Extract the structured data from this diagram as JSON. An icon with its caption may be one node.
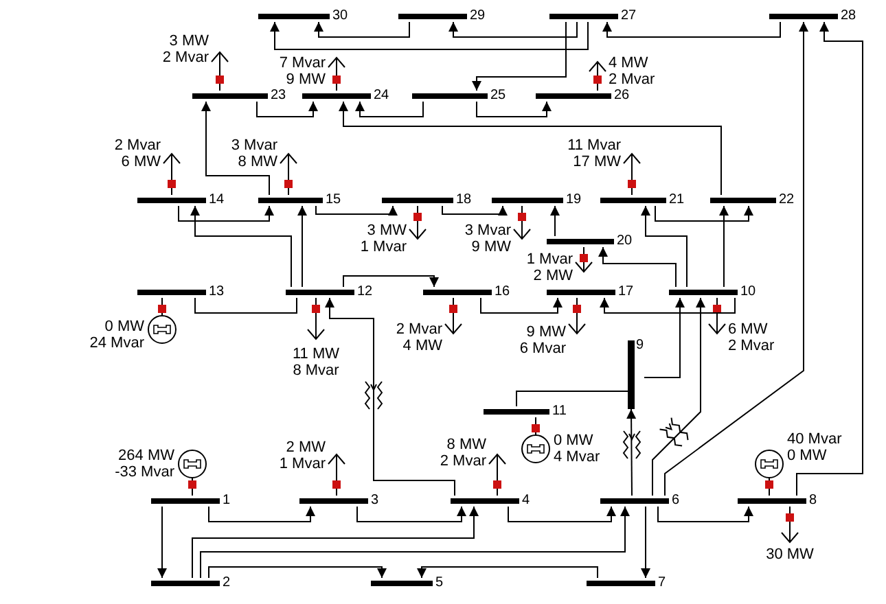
{
  "diagram": {
    "nodes": [
      {
        "text": [
          "30"
        ]
      },
      {
        "text": [
          "29"
        ]
      },
      {
        "text": [
          "27"
        ]
      },
      {
        "text": [
          "28"
        ]
      },
      {
        "text": [
          "23"
        ],
        "beside": [
          "3 MW 2 Mvar"
        ]
      },
      {
        "text": [
          "24"
        ],
        "beside": [
          "7 Mvar 9 MW"
        ]
      },
      {
        "text": [
          "25"
        ]
      },
      {
        "text": [
          "26"
        ],
        "beside": [
          "4 MW 2 Mvar"
        ]
      },
      {
        "text": [
          "14"
        ],
        "beside": [
          "2 Mvar 6 MW"
        ]
      },
      {
        "text": [
          "15"
        ],
        "beside": [
          "3 Mvar 8 MW"
        ]
      },
      {
        "text": [
          "18"
        ],
        "beside": [
          "3 MW 1 Mvar"
        ]
      },
      {
        "text": [
          "19"
        ],
        "beside": [
          "3 Mvar 9 MW"
        ]
      },
      {
        "text": [
          "21"
        ],
        "beside": [
          "11 Mvar 17 MW"
        ]
      },
      {
        "text": [
          "22"
        ]
      },
      {
        "text": [
          "20"
        ],
        "beside": [
          "1 Mvar 2 MW"
        ]
      },
      {
        "text": [
          "13"
        ],
        "beside": [
          "0 MW 24 Mvar"
        ]
      },
      {
        "text": [
          "12"
        ],
        "beside": [
          "11 MW 8 Mvar"
        ]
      },
      {
        "text": [
          "16"
        ],
        "beside": [
          "2 Mvar 4 MW"
        ]
      },
      {
        "text": [
          "17"
        ],
        "beside": [
          "9 MW 6 Mvar"
        ]
      },
      {
        "text": [
          "10"
        ],
        "beside": [
          "6 MW 2 Mvar"
        ]
      },
      {
        "text": [
          "9"
        ]
      },
      {
        "text": [
          "11"
        ],
        "beside": [
          "0 MW 4 Mvar"
        ]
      },
      {
        "text": [
          "1"
        ],
        "beside": [
          "264 MW -33 Mvar"
        ]
      },
      {
        "text": [
          "3"
        ],
        "beside": [
          "2 MW 1 Mvar"
        ]
      },
      {
        "text": [
          "4"
        ],
        "beside": [
          "8 MW 2 Mvar"
        ]
      },
      {
        "text": [
          "6"
        ]
      },
      {
        "text": [
          "8"
        ],
        "beside": [
          "40 Mvar 0 MW",
          "30 MW"
        ]
      },
      {
        "text": [
          "2"
        ]
      },
      {
        "text": [
          "5"
        ]
      },
      {
        "text": [
          "7"
        ]
      }
    ],
    "edges": [
      {
        "from": 22,
        "to": 27,
        "arrow": "to"
      },
      {
        "from": 22,
        "to": 23,
        "arrow": "to"
      },
      {
        "from": 27,
        "to": 24,
        "arrow": "to"
      },
      {
        "from": 23,
        "to": 24,
        "arrow": "to"
      },
      {
        "from": 27,
        "to": 28,
        "arrow": "to"
      },
      {
        "from": 27,
        "to": 25,
        "arrow": "to"
      },
      {
        "from": 24,
        "to": 25,
        "arrow": "to"
      },
      {
        "from": 25,
        "to": 29,
        "arrow": "to"
      },
      {
        "from": 29,
        "to": 28,
        "arrow": "to"
      },
      {
        "from": 25,
        "to": 26,
        "arrow": "to"
      },
      {
        "from": 25,
        "to": 20,
        "arrow": "to"
      },
      {
        "from": 25,
        "to": 19,
        "arrow": "to"
      },
      {
        "from": 25,
        "to": 3,
        "arrow": "to"
      },
      {
        "from": 26,
        "to": 3,
        "arrow": "to"
      },
      {
        "from": 20,
        "to": 21,
        "arrow": "none"
      },
      {
        "from": 20,
        "to": 19,
        "arrow": "to"
      },
      {
        "from": 24,
        "to": 16,
        "arrow": "to"
      },
      {
        "from": 16,
        "to": 15,
        "arrow": "none"
      },
      {
        "from": 16,
        "to": 8,
        "arrow": "to"
      },
      {
        "from": 16,
        "to": 9,
        "arrow": "to"
      },
      {
        "from": 16,
        "to": 17,
        "arrow": "to"
      },
      {
        "from": 8,
        "to": 9,
        "arrow": "to"
      },
      {
        "from": 17,
        "to": 18,
        "arrow": "to"
      },
      {
        "from": 9,
        "to": 10,
        "arrow": "to"
      },
      {
        "from": 10,
        "to": 11,
        "arrow": "to"
      },
      {
        "from": 14,
        "to": 11,
        "arrow": "to"
      },
      {
        "from": 19,
        "to": 14,
        "arrow": "to"
      },
      {
        "from": 19,
        "to": 18,
        "arrow": "to"
      },
      {
        "from": 19,
        "to": 12,
        "arrow": "to"
      },
      {
        "from": 19,
        "to": 13,
        "arrow": "to"
      },
      {
        "from": 12,
        "to": 13,
        "arrow": "to"
      },
      {
        "from": 9,
        "to": 4,
        "arrow": "to"
      },
      {
        "from": 13,
        "to": 5,
        "arrow": "to"
      },
      {
        "from": 4,
        "to": 5,
        "arrow": "to"
      },
      {
        "from": 6,
        "to": 5,
        "arrow": "to"
      },
      {
        "from": 6,
        "to": 7,
        "arrow": "to"
      },
      {
        "from": 2,
        "to": 6,
        "arrow": "to"
      },
      {
        "from": 3,
        "to": 2,
        "arrow": "to"
      },
      {
        "from": 2,
        "to": 1,
        "arrow": "to"
      },
      {
        "from": 2,
        "to": 0,
        "arrow": "to"
      },
      {
        "from": 1,
        "to": 0,
        "arrow": "to"
      }
    ]
  }
}
